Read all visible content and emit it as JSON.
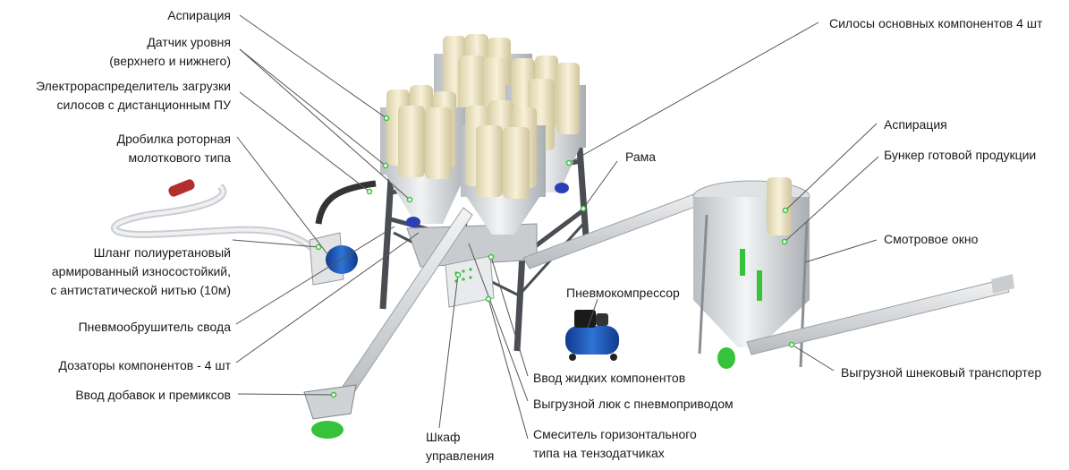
{
  "labels": {
    "aspiration_left": "Аспирация",
    "level_sensor_1": "Датчик уровня",
    "level_sensor_2": "(верхнего и нижнего)",
    "distributor_1": "Электрораспределитель загрузки",
    "distributor_2": "силосов с дистанционным ПУ",
    "crusher_1": "Дробилка роторная",
    "crusher_2": "молоткового типа",
    "hose_1": "Шланг полиуретановый",
    "hose_2": "армированный износостойкий,",
    "hose_3": "с антистатической нитью (10м)",
    "vault_breaker": "Пневмообрушитель свода",
    "dosers": "Дозаторы компонентов - 4 шт",
    "additives_input": "Ввод добавок и премиксов",
    "cabinet_1": "Шкаф",
    "cabinet_2": "управления",
    "mixer_1": "Смеситель горизонтального",
    "mixer_2": "типа на тензодатчиках",
    "unload_hatch": "Выгрузной люк с пневмоприводом",
    "liquid_input": "Ввод жидких компонентов",
    "compressor": "Пневмокомпрессор",
    "frame": "Рама",
    "silos": "Силосы основных компонентов 4 шт",
    "aspiration_right": "Аспирация",
    "product_bunker": "Бункер готовой продукции",
    "view_window": "Смотровое окно",
    "screw_conveyor": "Выгрузной шнековый транспортер"
  },
  "colors": {
    "silo_body": "#e3e6e8",
    "silo_top": "#f1ead0",
    "frame": "#4a4d52",
    "motor_blue": "#2a3fb5",
    "compressor_blue": "#1f5fbf",
    "accent_green": "#36c23a",
    "hose_red": "#b42e2e",
    "leader_line": "#555555"
  }
}
